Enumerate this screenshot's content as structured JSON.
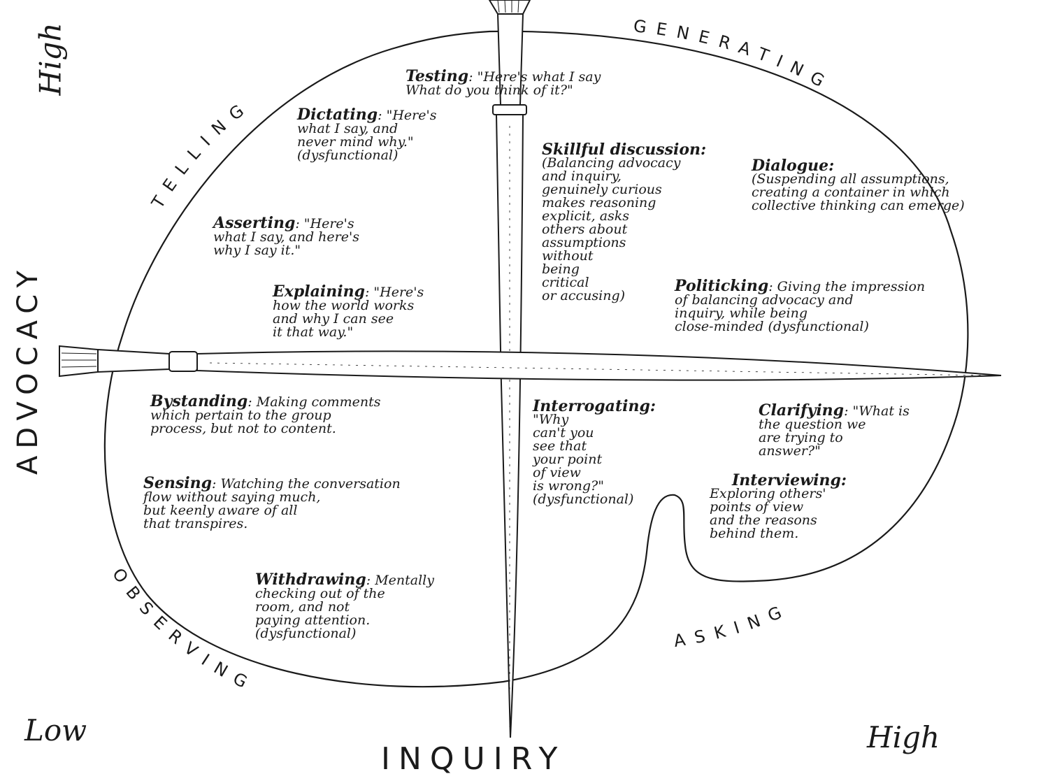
{
  "axes": {
    "vertical": "ADVOCACY",
    "horizontal": "INQUIRY",
    "advocacy_high": "High",
    "inquiry_low": "Low",
    "inquiry_high": "High"
  },
  "arcs": {
    "telling": "TELLING",
    "generating": "GENERATING",
    "observing": "OBSERVING",
    "asking": "ASKING"
  },
  "items": {
    "testing": {
      "label": "Testing",
      "text": ": \"Here's what I say\nWhat do you think of it?\""
    },
    "dictating": {
      "label": "Dictating",
      "text": ": \"Here's\nwhat I say, and\nnever mind why.\"\n(dysfunctional)"
    },
    "asserting": {
      "label": "Asserting",
      "text": ": \"Here's\nwhat I say, and here's\nwhy I say it.\""
    },
    "explaining": {
      "label": "Explaining",
      "text": ": \"Here's\nhow the world works\nand why I can see\nit that way.\""
    },
    "skillful": {
      "label": "Skillful discussion:",
      "text": "(Balancing advocacy\nand inquiry,\ngenuinely curious\nmakes reasoning\nexplicit, asks\nothers about\nassumptions\nwithout\nbeing\ncritical\nor accusing)"
    },
    "dialogue": {
      "label": "Dialogue:",
      "text": "(Suspending all assumptions,\ncreating a container in which\ncollective thinking can emerge)"
    },
    "politicking": {
      "label": "Politicking",
      "text": ": Giving the impression\nof balancing advocacy and\ninquiry, while being\nclose-minded (dysfunctional)"
    },
    "bystanding": {
      "label": "Bystanding",
      "text": ": Making comments\nwhich pertain to the group\nprocess, but not to content."
    },
    "sensing": {
      "label": "Sensing",
      "text": ": Watching the conversation\nflow without saying much,\nbut keenly aware of all\nthat transpires."
    },
    "withdrawing": {
      "label": "Withdrawing",
      "text": ": Mentally\nchecking out of the\nroom, and not\npaying attention.\n(dysfunctional)"
    },
    "interrogating": {
      "label": "Interrogating:",
      "text": "\"Why\ncan't you\nsee that\nyour point\nof view\nis wrong?\"\n(dysfunctional)"
    },
    "clarifying": {
      "label": "Clarifying",
      "text": ": \"What is\nthe question we\nare trying to\nanswer?\""
    },
    "interviewing": {
      "label": "Interviewing:",
      "text": "Exploring others'\npoints of view\nand the reasons\nbehind them."
    }
  }
}
